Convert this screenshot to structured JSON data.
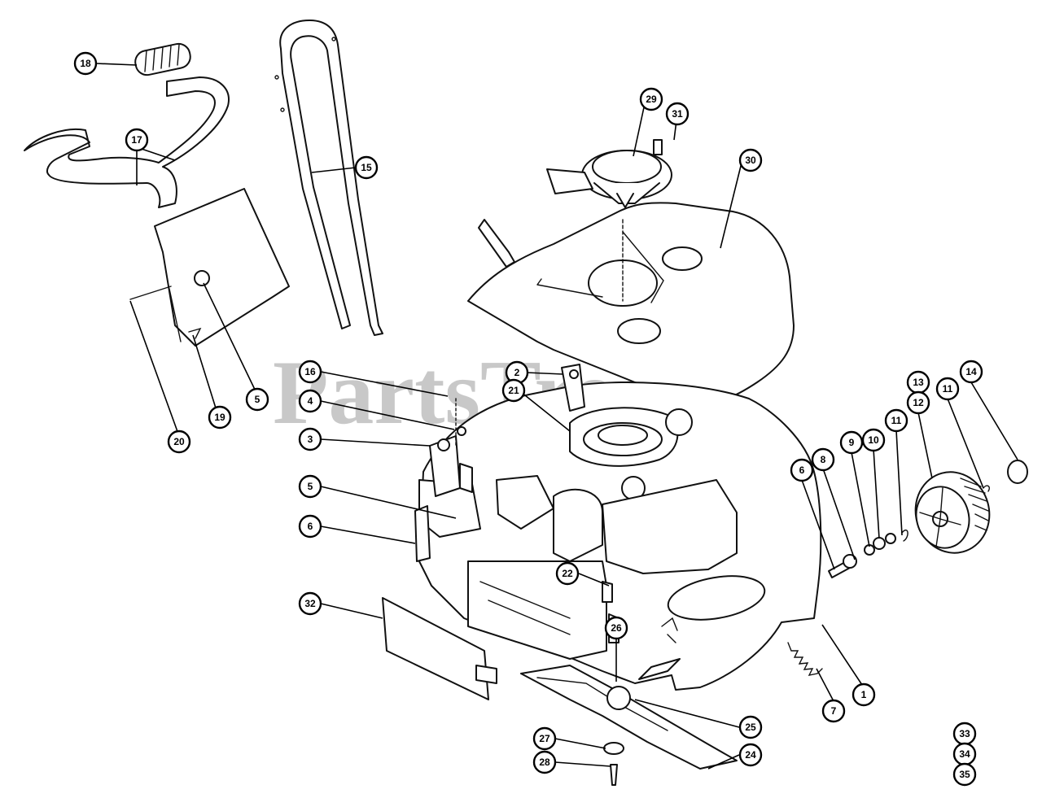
{
  "watermark": {
    "text": "PartsTree",
    "trademark": "™"
  },
  "callouts": [
    "18",
    "17",
    "15",
    "29",
    "31",
    "30",
    "16",
    "4",
    "3",
    "5",
    "6",
    "2",
    "21",
    "20",
    "19",
    "22",
    "32",
    "26",
    "27",
    "28",
    "25",
    "24",
    "7",
    "1",
    "8",
    "9",
    "10",
    "11",
    "12",
    "13",
    "14",
    "33",
    "34",
    "35"
  ]
}
